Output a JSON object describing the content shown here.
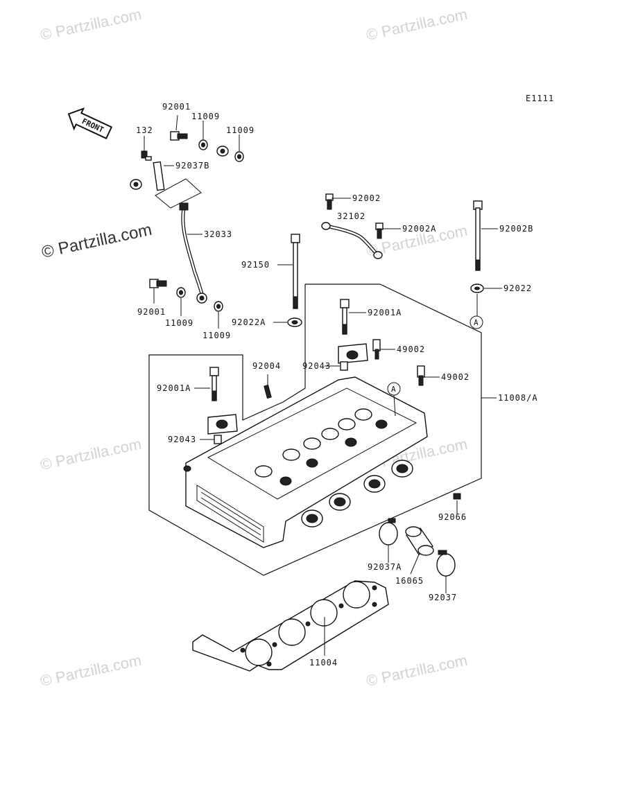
{
  "diagram_code": "E1111",
  "front_label": "FRONT",
  "ref_marker": "A",
  "watermark_text": "© Partzilla.com",
  "watermark_text_bold": "© Partzilla.com",
  "labels": {
    "p92001_top": "92001",
    "p11009_top1": "11009",
    "p11009_top2": "11009",
    "p132": "132",
    "p92037B": "92037B",
    "p32033": "32033",
    "p92001_bot": "92001",
    "p11009_bot1": "11009",
    "p11009_bot2": "11009",
    "p92002": "92002",
    "p32102": "32102",
    "p92002A": "92002A",
    "p92002B": "92002B",
    "p92150": "92150",
    "p92022": "92022",
    "p92022A": "92022A",
    "p92001A_1": "92001A",
    "p49002_1": "49002",
    "p92004": "92004",
    "p92043_1": "92043",
    "p49002_2": "49002",
    "p92001A_2": "92001A",
    "p11008A": "11008/A",
    "p92043_2": "92043",
    "p92066": "92066",
    "p92037A": "92037A",
    "p16065": "16065",
    "p92037": "92037",
    "p11004": "11004"
  }
}
